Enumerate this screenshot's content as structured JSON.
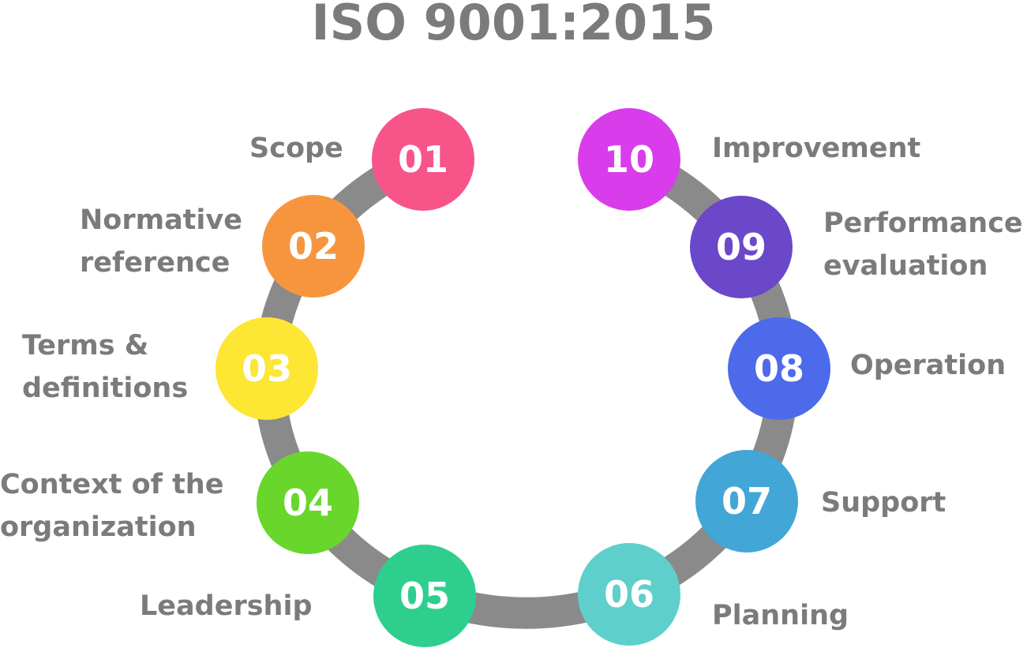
{
  "title": "ISO 9001:2015",
  "ring_color": "#8a8a8a",
  "steps": [
    {
      "number": "01",
      "label": "Scope",
      "color": "#F7548A"
    },
    {
      "number": "02",
      "label": "Normative reference",
      "line1": "Normative",
      "line2": "reference",
      "color": "#F7953F"
    },
    {
      "number": "03",
      "label": "Terms & definitions",
      "line1": "Terms &",
      "line2": "definitions",
      "color": "#FDE634"
    },
    {
      "number": "04",
      "label": "Context of the organization",
      "line1": "Context of the",
      "line2": "organization",
      "color": "#68D62A"
    },
    {
      "number": "05",
      "label": "Leadership",
      "color": "#2ECF8E"
    },
    {
      "number": "06",
      "label": "Planning",
      "color": "#5ECFCB"
    },
    {
      "number": "07",
      "label": "Support",
      "color": "#42A6D6"
    },
    {
      "number": "08",
      "label": "Operation",
      "color": "#4D6AEB"
    },
    {
      "number": "09",
      "label": "Performance evaluation",
      "line1": "Performance",
      "line2": "evaluation",
      "color": "#6B47C9"
    },
    {
      "number": "10",
      "label": "Improvement",
      "color": "#D93DEB"
    }
  ]
}
